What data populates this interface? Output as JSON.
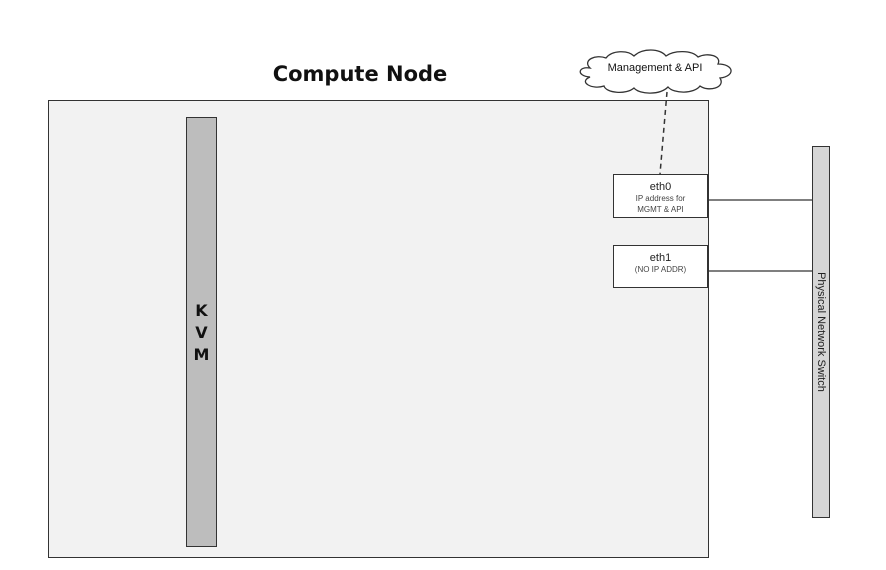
{
  "diagram": {
    "title": "Compute Node",
    "hypervisor": {
      "letters": [
        "K",
        "V",
        "M"
      ]
    },
    "cloud": {
      "label": "Management & API"
    },
    "interfaces": [
      {
        "name": "eth0",
        "description_line1": "IP address for",
        "description_line2": "MGMT & API"
      },
      {
        "name": "eth1",
        "description_line1": "(NO IP ADDR)"
      }
    ],
    "switch": {
      "label": "Physical Network Switch"
    },
    "colors": {
      "node_fill": "#f2f2f2",
      "kvm_fill": "#bdbdbd",
      "switch_fill": "#d6d6d6",
      "outline": "#333333"
    }
  }
}
